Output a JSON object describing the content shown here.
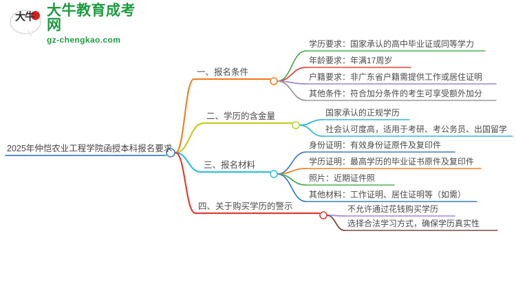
{
  "logo": {
    "mark_text": "大牛",
    "title": "大牛教育成考网",
    "subtitle": "gz-chengkao.com",
    "brand_color": "#1c9b3f",
    "accent_color": "#d6201f"
  },
  "mindmap": {
    "root": {
      "label": "2025年仲恺农业工程学院函授本科报名要求",
      "line_color": "#3f7fc1"
    },
    "branches": [
      {
        "label": "一、报名条件",
        "color": "#ef8022",
        "children": [
          {
            "label": "学历要求：国家承认的高中毕业证或同等学力",
            "color": "#4caf50"
          },
          {
            "label": "年龄要求：年满17周岁",
            "color": "#e8403a"
          },
          {
            "label": "户籍要求：非广东省户籍需提供工作或居住证明",
            "color": "#a083d8"
          },
          {
            "label": "其他条件：符合加分条件的考生可享受额外加分",
            "color": "#9a9a9a"
          }
        ]
      },
      {
        "label": "二、学历的含金量",
        "color": "#c3cf21",
        "children": [
          {
            "label": "国家承认的正规学历",
            "color": "#36b7d6"
          },
          {
            "label": "社会认可度高，适用于考研、考公务员、出国留学",
            "color": "#36b7d6"
          }
        ]
      },
      {
        "label": "三、报名材料",
        "color": "#2fc0d8",
        "children": [
          {
            "label": "身份证明：有效身份证原件及复印件",
            "color": "#3f7fc1"
          },
          {
            "label": "学历证明：最高学历的毕业证书原件及复印件",
            "color": "#ef8022"
          },
          {
            "label": "照片：近期证件照",
            "color": "#4caf50"
          },
          {
            "label": "其他材料：工作证明、居住证明等（如需）",
            "color": "#3f7fc1"
          }
        ]
      },
      {
        "label": "四、关于购买学历的警示",
        "color": "#e03a34",
        "children": [
          {
            "label": "不允许通过花钱购买学历",
            "color": "#a083d8"
          },
          {
            "label": "选择合法学习方式，确保学历真实性",
            "color": "#7a4a3a"
          }
        ]
      }
    ]
  }
}
